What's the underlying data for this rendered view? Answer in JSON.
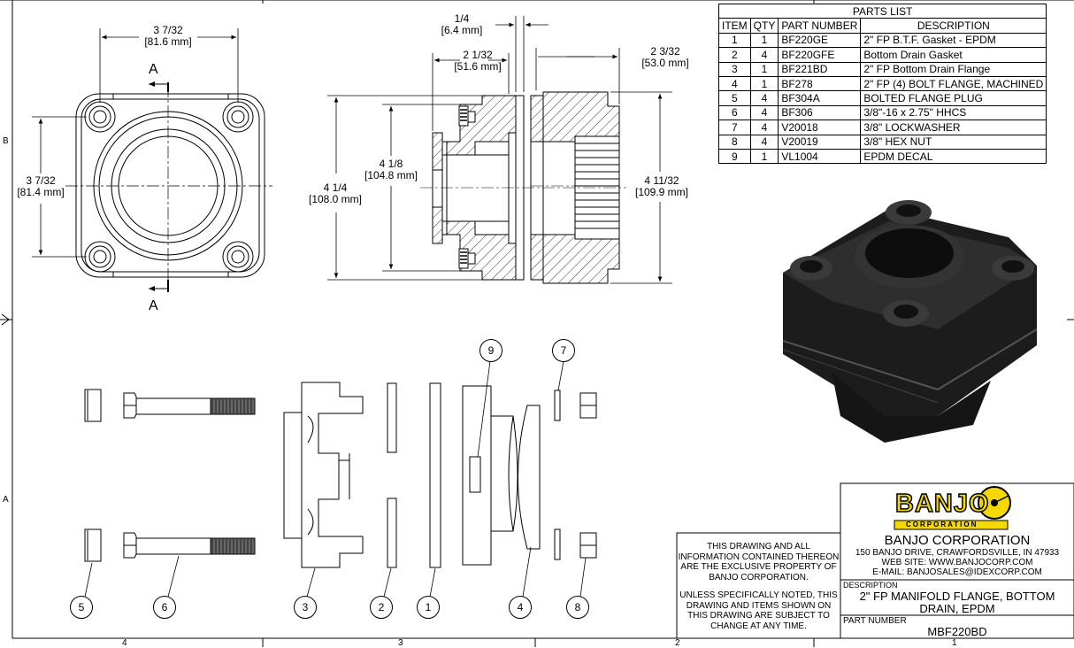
{
  "dims": {
    "top_left_frac": "3 7/32",
    "top_left_mm": "[81.6 mm]",
    "left_frac": "3 7/32",
    "left_mm": "[81.4 mm]",
    "gasket_frac": "1/4",
    "gasket_mm": "[6.4 mm]",
    "flange_len_frac": "2 1/32",
    "flange_len_mm": "[51.6 mm]",
    "right_len_frac": "2 3/32",
    "right_len_mm": "[53.0 mm]",
    "outer_h_frac": "4 1/4",
    "outer_h_mm": "[108.0 mm]",
    "inner_h_frac": "4 1/8",
    "inner_h_mm": "[104.8 mm]",
    "right_h_frac": "4 11/32",
    "right_h_mm": "[109.9 mm]"
  },
  "section_label": "A",
  "zones": {
    "b": "B",
    "a": "A",
    "n4": "4",
    "n3": "3",
    "n2": "2",
    "n1": "1"
  },
  "parts_list": {
    "title": "PARTS LIST",
    "headers": [
      "ITEM",
      "QTY",
      "PART NUMBER",
      "DESCRIPTION"
    ],
    "rows": [
      [
        "1",
        "1",
        "BF220GE",
        "2\" FP B.T.F. Gasket - EPDM"
      ],
      [
        "2",
        "4",
        "BF220GFE",
        "Bottom Drain Gasket"
      ],
      [
        "3",
        "1",
        "BF221BD",
        "2\" FP Bottom Drain Flange"
      ],
      [
        "4",
        "1",
        "BF278",
        "2\" FP (4) BOLT FLANGE, MACHINED"
      ],
      [
        "5",
        "4",
        "BF304A",
        "BOLTED FLANGE PLUG"
      ],
      [
        "6",
        "4",
        "BF306",
        "3/8\"-16 x 2.75\" HHCS"
      ],
      [
        "7",
        "4",
        "V20018",
        "3/8\" LOCKWASHER"
      ],
      [
        "8",
        "4",
        "V20019",
        "3/8\" HEX NUT"
      ],
      [
        "9",
        "1",
        "VL1004",
        "EPDM DECAL"
      ]
    ]
  },
  "balloons": {
    "b1": "1",
    "b2": "2",
    "b3": "3",
    "b4": "4",
    "b5": "5",
    "b6": "6",
    "b7": "7",
    "b8": "8",
    "b9": "9"
  },
  "notice": {
    "p1": [
      "THIS DRAWING AND ALL",
      "INFORMATION CONTAINED THEREON",
      "ARE THE EXCLUSIVE PROPERTY OF",
      "BANJO CORPORATION."
    ],
    "p2": [
      "UNLESS SPECIFICALLY NOTED, THIS",
      "DRAWING AND ITEMS SHOWN ON",
      "THIS DRAWING ARE SUBJECT TO",
      "CHANGE AT ANY TIME."
    ]
  },
  "title_block": {
    "logo_text": "BANJO",
    "logo_sub": "CORPORATION",
    "company": "BANJO CORPORATION",
    "address": "150 BANJO DRIVE, CRAWFORDSVILLE, IN 47933",
    "website": "WEB SITE: WWW.BANJOCORP.COM",
    "email": "E-MAIL: BANJOSALES@IDEXCORP.COM",
    "desc_label": "DESCRIPTION",
    "desc_line1": "2\" FP MANIFOLD FLANGE, BOTTOM",
    "desc_line2": "DRAIN, EPDM",
    "pn_label": "PART NUMBER",
    "pn_value": "MBF220BD"
  },
  "colors": {
    "logo_yellow": "#f5d800",
    "hatch": "#000000",
    "render_dark": "#2a2a2a"
  }
}
